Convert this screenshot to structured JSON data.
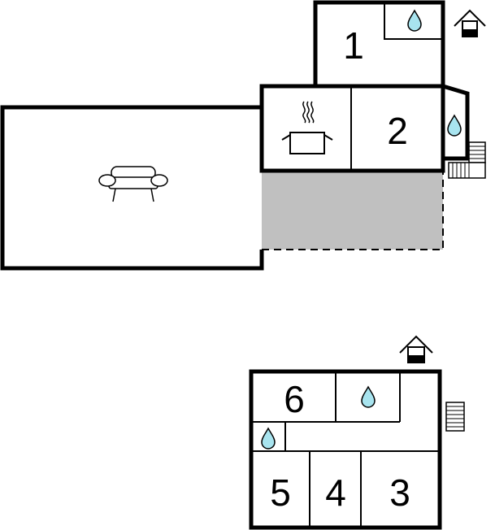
{
  "floors": [
    {
      "rooms": [
        {
          "key": "r1",
          "label": "1"
        },
        {
          "key": "r2",
          "label": "2"
        }
      ],
      "icons": [
        "entrance-icon",
        "water-drop-icon",
        "water-drop-icon",
        "cooking-pot-icon",
        "sofa-icon",
        "stairs-icon"
      ]
    },
    {
      "rooms": [
        {
          "key": "r6",
          "label": "6"
        },
        {
          "key": "r5",
          "label": "5"
        },
        {
          "key": "r4",
          "label": "4"
        },
        {
          "key": "r3",
          "label": "3"
        }
      ],
      "icons": [
        "entrance-icon",
        "water-drop-icon",
        "water-drop-icon",
        "stairs-icon"
      ]
    }
  ],
  "colors": {
    "wall": "#000000",
    "terrace": "#c0c0c0",
    "water": "#a8e4ef",
    "background": "#ffffff"
  }
}
